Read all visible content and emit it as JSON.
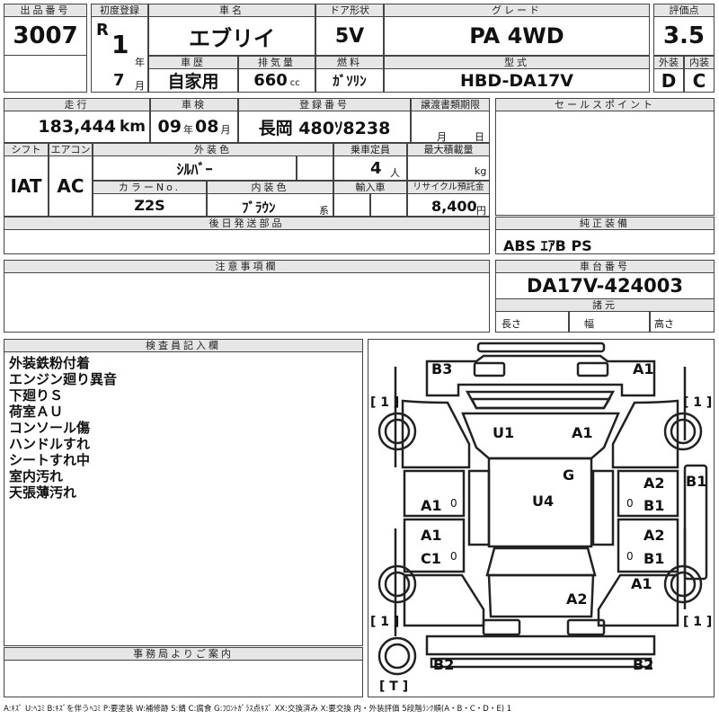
{
  "header": {
    "lot_label": "出品番号",
    "lot_value": "3007",
    "first_reg_label": "初度登録",
    "era": "R",
    "year": "1",
    "year_unit": "年",
    "month": "7",
    "month_unit": "月",
    "car_name_label": "車名",
    "car_name": "エブリイ",
    "door_label": "ドア形状",
    "door": "5V",
    "grade_label": "グレード",
    "grade": "PA 4WD",
    "score_label": "評価点",
    "score": "3.5",
    "history_label": "車歴",
    "history": "自家用",
    "displacement_label": "排気量",
    "displacement": "660",
    "displacement_unit": "cc",
    "fuel_label": "燃料",
    "fuel": "ｶﾞｿﾘﾝ",
    "model_label": "型式",
    "model": "HBD-DA17V",
    "exterior_label": "外装",
    "exterior": "D",
    "interior_label": "内装",
    "interior": "C"
  },
  "row2": {
    "mileage_label": "走行",
    "mileage": "183,444",
    "mileage_unit": "km",
    "inspection_label": "車検",
    "insp_year": "09",
    "insp_year_unit": "年",
    "insp_month": "08",
    "insp_month_unit": "月",
    "reg_label": "登録番号",
    "reg_value": "長岡 480ｿ8238",
    "transfer_label": "譲渡書類期限",
    "transfer_month": "月",
    "transfer_day": "日",
    "sales_label": "セールスポイント",
    "shift_label": "シフト",
    "shift": "IAT",
    "ac_label": "エアコン",
    "ac": "AC",
    "exterior_color_label": "外装色",
    "exterior_color": "ｼﾙﾊﾞｰ",
    "capacity_label": "乗車定員",
    "capacity": "4",
    "capacity_unit": "人",
    "max_load_label": "最大積載量",
    "max_load_unit": "kg",
    "color_no_label": "カラーNo.",
    "color_no": "Z2S",
    "interior_color_label": "内装色",
    "interior_color": "ﾌﾞﾗｳﾝ",
    "interior_color_suffix": "系",
    "import_label": "輸入車",
    "recycle_label": "リサイクル預託金",
    "recycle": "8,400",
    "recycle_unit": "円",
    "later_parts_label": "後日発送部品",
    "equipment_label": "純正装備",
    "equipment": "ABS ｴｱB PS",
    "notes_label": "注意事項欄",
    "chassis_label": "車台番号",
    "chassis": "DA17V-424003",
    "specs_label": "諸元",
    "length_label": "長さ",
    "width_label": "幅",
    "height_label": "高さ"
  },
  "inspector": {
    "label": "検査員記入欄",
    "notes": [
      "外装鉄粉付着",
      "エンジン廻り異音",
      "下廻りＳ",
      "荷室ＡＵ",
      "コンソール傷",
      "ハンドルすれ",
      "シートすれ中",
      "室内汚れ",
      "天張薄汚れ"
    ]
  },
  "office": {
    "label": "事務局よりご案内"
  },
  "diagram": {
    "marks": {
      "b3": "B3",
      "a1_tr": "A1",
      "u1": "U1",
      "a1_roof": "A1",
      "g": "G",
      "u4": "U4",
      "a2_r1": "A2",
      "b1_r1": "B1",
      "b1_far": "B1",
      "a1_l1": "A1",
      "a1_l2": "A1",
      "c1_l": "C1",
      "a2_r2": "A2",
      "b1_r2": "B1",
      "a1_rr": "A1",
      "a2_bottom": "A2",
      "b2_l": "B2",
      "b2_r": "B2",
      "t": "[ T ]",
      "bracket_tl": "[ 1 ]",
      "bracket_tr": "[ 1 ]",
      "bracket_bl": "[ 1 ]",
      "bracket_br": "[ 1 ]",
      "zero": "0"
    }
  },
  "legend": "A:ｷｽﾞ U:ﾍｺﾐ B:ｷｽﾞを伴うﾍｺﾐ P:要塗装 W:補修跡 S:錆 C:腐食 G:ﾌﾛﾝﾄｶﾞﾗｽ点ｷｽﾞ XX:交換済み X:要交換 内・外装評価 5段階ﾗﾝｸ順(A・B・C・D・E) 1"
}
